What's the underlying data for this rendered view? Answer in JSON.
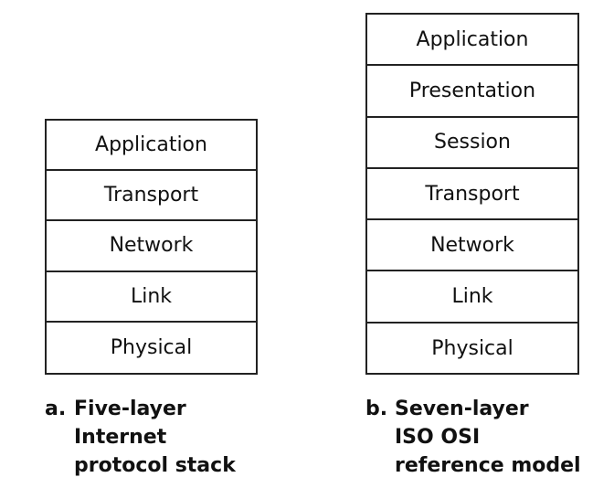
{
  "five_layer": {
    "layers": [
      "Application",
      "Transport",
      "Network",
      "Link",
      "Physical"
    ],
    "caption_letter": "a.",
    "caption_lines": [
      "Five-layer",
      "Internet",
      "protocol stack"
    ]
  },
  "seven_layer": {
    "layers": [
      "Application",
      "Presentation",
      "Session",
      "Transport",
      "Network",
      "Link",
      "Physical"
    ],
    "caption_letter": "b.",
    "caption_lines": [
      "Seven-layer",
      "ISO OSI",
      "reference model"
    ]
  }
}
